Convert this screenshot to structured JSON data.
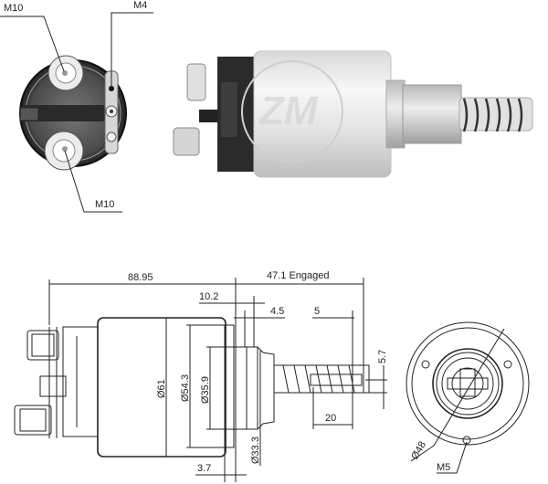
{
  "photo_end_view": {
    "labels": {
      "top_left_terminal": "M10",
      "control_terminal": "M4",
      "bottom_terminal": "M10"
    }
  },
  "photo_side_view": {
    "watermark": "logo"
  },
  "drawing_side_view": {
    "dimensions": {
      "overall_length": "88.95",
      "engaged_travel": "47.1 Engaged",
      "flange_offset": "10.2",
      "shoulder": "4.5",
      "plunger_tip": "5",
      "slot_width": "5.7",
      "plunger_slot_length": "20",
      "body_diameter": "Ø61",
      "flange_diameter": "Ø54.3",
      "boss_diameter": "Ø35.9",
      "plunger_diameter": "Ø33.3",
      "flange_thickness": "3.7"
    }
  },
  "drawing_end_view": {
    "dimensions": {
      "bolt_circle": "Ø48",
      "mount_thread": "M5"
    }
  }
}
